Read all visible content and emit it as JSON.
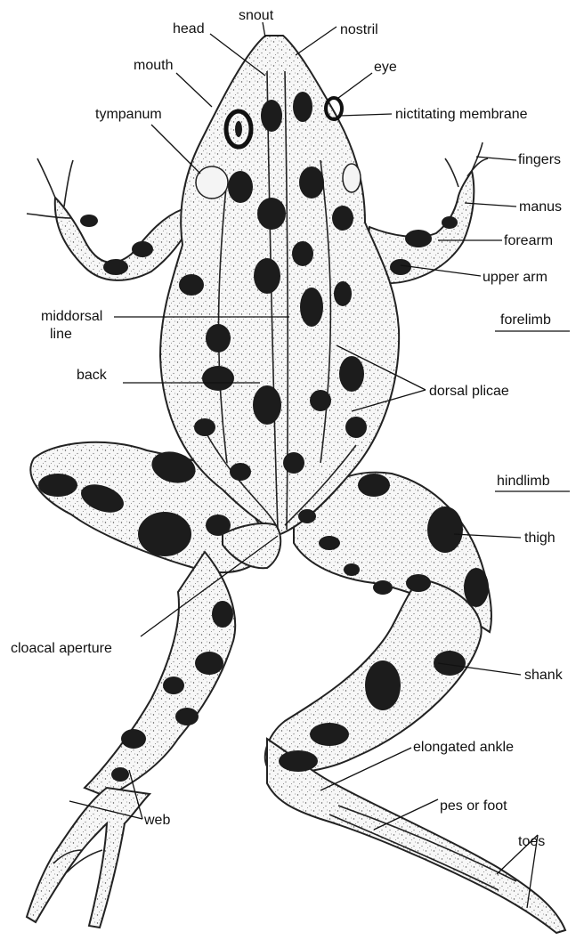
{
  "labels": {
    "snout": "snout",
    "head": "head",
    "nostril": "nostril",
    "mouth": "mouth",
    "eye": "eye",
    "nictitating_membrane": "nictitating  membrane",
    "tympanum": "tympanum",
    "fingers": "fingers",
    "manus": "manus",
    "forearm": "forearm",
    "upper_arm": "upper  arm",
    "middorsal_line_1": "middorsal",
    "middorsal_line_2": "line",
    "forelimb": "forelimb",
    "back": "back",
    "dorsal_plicae": "dorsal  plicae",
    "hindlimb": "hindlimb",
    "thigh": "thigh",
    "cloacal_aperture": "cloacal  aperture",
    "shank": "shank",
    "elongated_ankle": "elongated  ankle",
    "pes_or_foot": "pes  or  foot",
    "web": "web",
    "toes": "toes"
  }
}
